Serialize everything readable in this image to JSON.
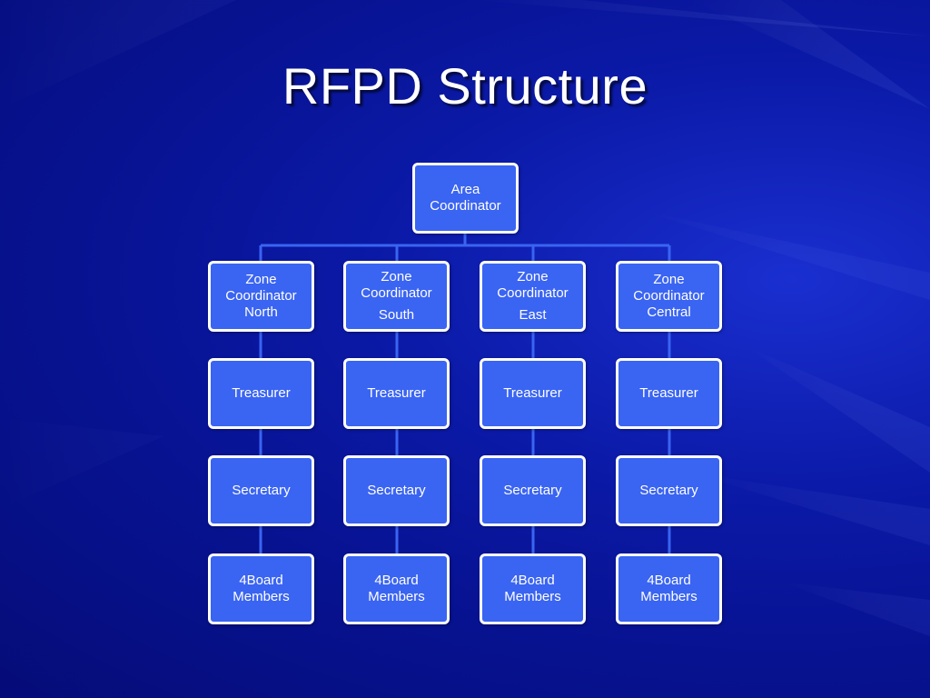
{
  "title": "RFPD Structure",
  "colors": {
    "background": "#0a169c",
    "node_fill": "#3a64f2",
    "node_border": "#ffffff",
    "connector": "#3a64f2"
  },
  "root": {
    "lines": [
      "Area",
      "Coordinator"
    ]
  },
  "columns": [
    {
      "zone": {
        "lines": [
          "Zone",
          "Coordinator",
          "North"
        ]
      },
      "treasurer": "Treasurer",
      "secretary": "Secretary",
      "board": {
        "lines": [
          "4Board",
          "Members"
        ]
      }
    },
    {
      "zone": {
        "lines": [
          "Zone",
          "Coordinator",
          "South"
        ]
      },
      "treasurer": "Treasurer",
      "secretary": "Secretary",
      "board": {
        "lines": [
          "4Board",
          "Members"
        ]
      }
    },
    {
      "zone": {
        "lines": [
          "Zone",
          "Coordinator",
          "East"
        ]
      },
      "treasurer": "Treasurer",
      "secretary": "Secretary",
      "board": {
        "lines": [
          "4Board",
          "Members"
        ]
      }
    },
    {
      "zone": {
        "lines": [
          "Zone",
          "Coordinator",
          "Central"
        ]
      },
      "treasurer": "Treasurer",
      "secretary": "Secretary",
      "board": {
        "lines": [
          "4Board",
          "Members"
        ]
      }
    }
  ]
}
